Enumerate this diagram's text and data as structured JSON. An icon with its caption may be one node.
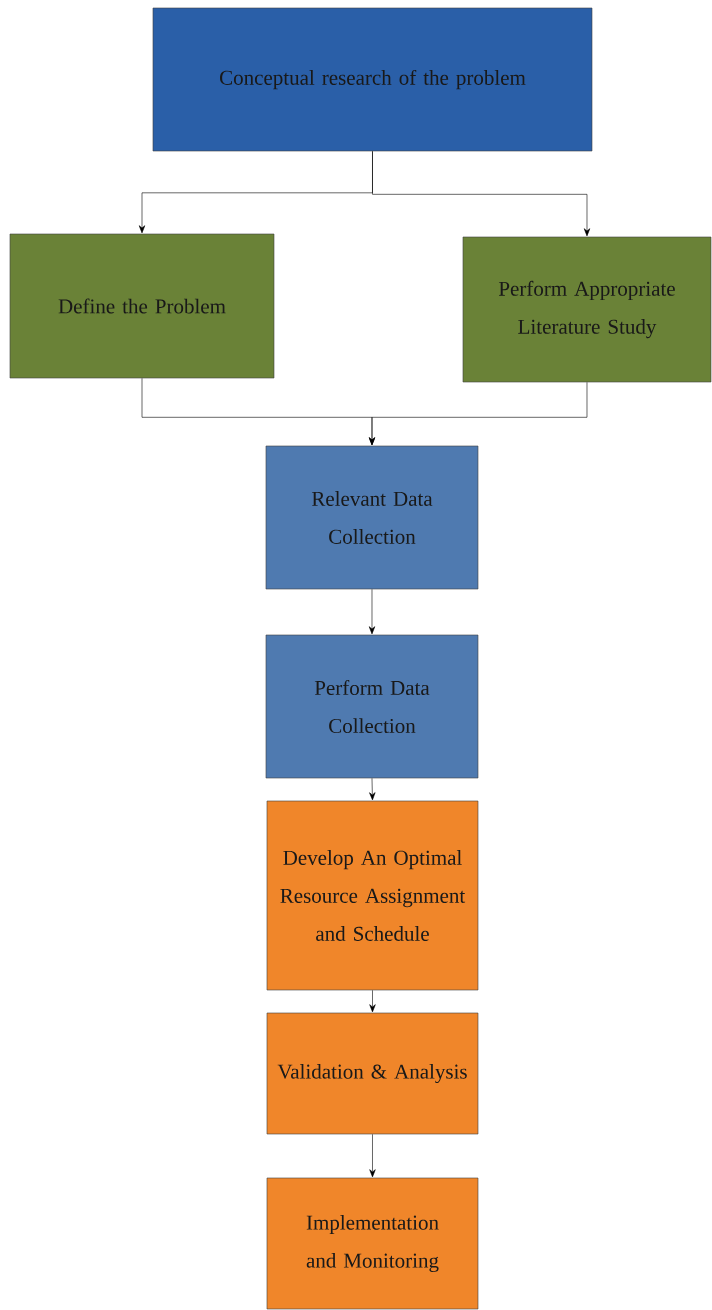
{
  "diagram": {
    "nodes": [
      {
        "text": [
          "Conceptual research of the problem"
        ]
      },
      {
        "text": [
          "Define the Problem"
        ]
      },
      {
        "text": [
          "Perform Appropriate Literature Study"
        ]
      },
      {
        "text": [
          "Relevant Data Collection"
        ]
      },
      {
        "text": [
          "Perform Data Collection"
        ]
      },
      {
        "text": [
          "Develop An Optimal Resource Assignment and Schedule"
        ]
      },
      {
        "text": [
          "Validation & Analysis"
        ]
      },
      {
        "text": [
          "Implementation and Monitoring"
        ]
      }
    ],
    "edges": [
      {
        "from": 0,
        "to": 1,
        "arrow": "to"
      },
      {
        "from": 0,
        "to": 2,
        "arrow": "to"
      },
      {
        "from": 1,
        "to": 3,
        "arrow": "to"
      },
      {
        "from": 2,
        "to": 3,
        "arrow": "to"
      },
      {
        "from": 3,
        "to": 4,
        "arrow": "to"
      },
      {
        "from": 4,
        "to": 5,
        "arrow": "to"
      },
      {
        "from": 5,
        "to": 6,
        "arrow": "to"
      },
      {
        "from": 6,
        "to": 7,
        "arrow": "to"
      }
    ]
  }
}
